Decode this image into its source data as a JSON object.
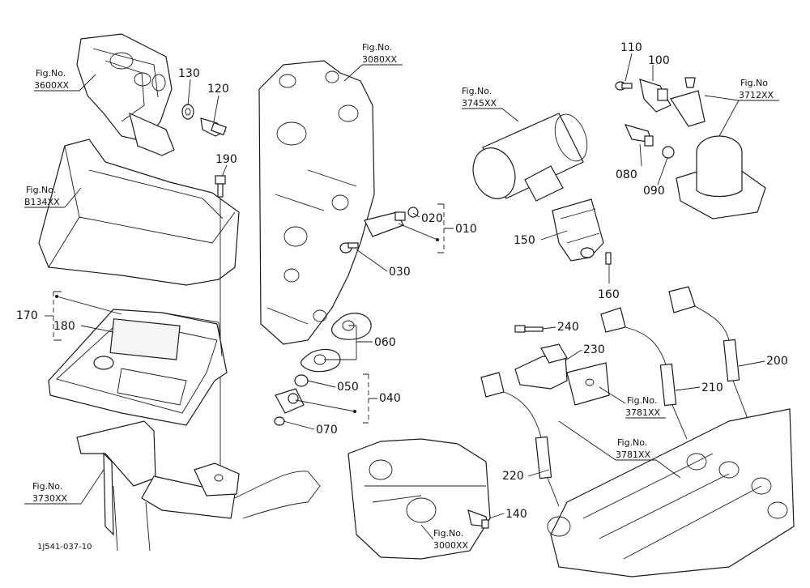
{
  "figure_refs": {
    "ref_3600": {
      "line1": "Fig.No.",
      "line2": "3600XX"
    },
    "ref_3080": {
      "line1": "Fig.No.",
      "line2": "3080XX"
    },
    "ref_3745": {
      "line1": "Fig.No.",
      "line2": "3745XX"
    },
    "ref_3712": {
      "line1": "Fig.No",
      "line2": "3712XX"
    },
    "ref_b134": {
      "line1": "Fig.No.",
      "line2": "B134XX"
    },
    "ref_3730": {
      "line1": "Fig.No.",
      "line2": "3730XX"
    },
    "ref_3000": {
      "line1": "Fig.No.",
      "line2": "3000XX"
    },
    "ref_3781_a": {
      "line1": "Fig.No.",
      "line2": "3781XX"
    },
    "ref_3781_b": {
      "line1": "Fig.No.",
      "line2": "3781XX"
    }
  },
  "callouts": {
    "p010": "010",
    "p020": "020",
    "p030": "030",
    "p040": "040",
    "p050": "050",
    "p060": "060",
    "p070": "070",
    "p080": "080",
    "p090": "090",
    "p100": "100",
    "p110": "110",
    "p120": "120",
    "p130": "130",
    "p140": "140",
    "p150": "150",
    "p160": "160",
    "p170": "170",
    "p180": "180",
    "p190": "190",
    "p200": "200",
    "p210": "210",
    "p220": "220",
    "p230": "230",
    "p240": "240"
  },
  "footer": {
    "drawing_id": "1J541-037-10"
  }
}
